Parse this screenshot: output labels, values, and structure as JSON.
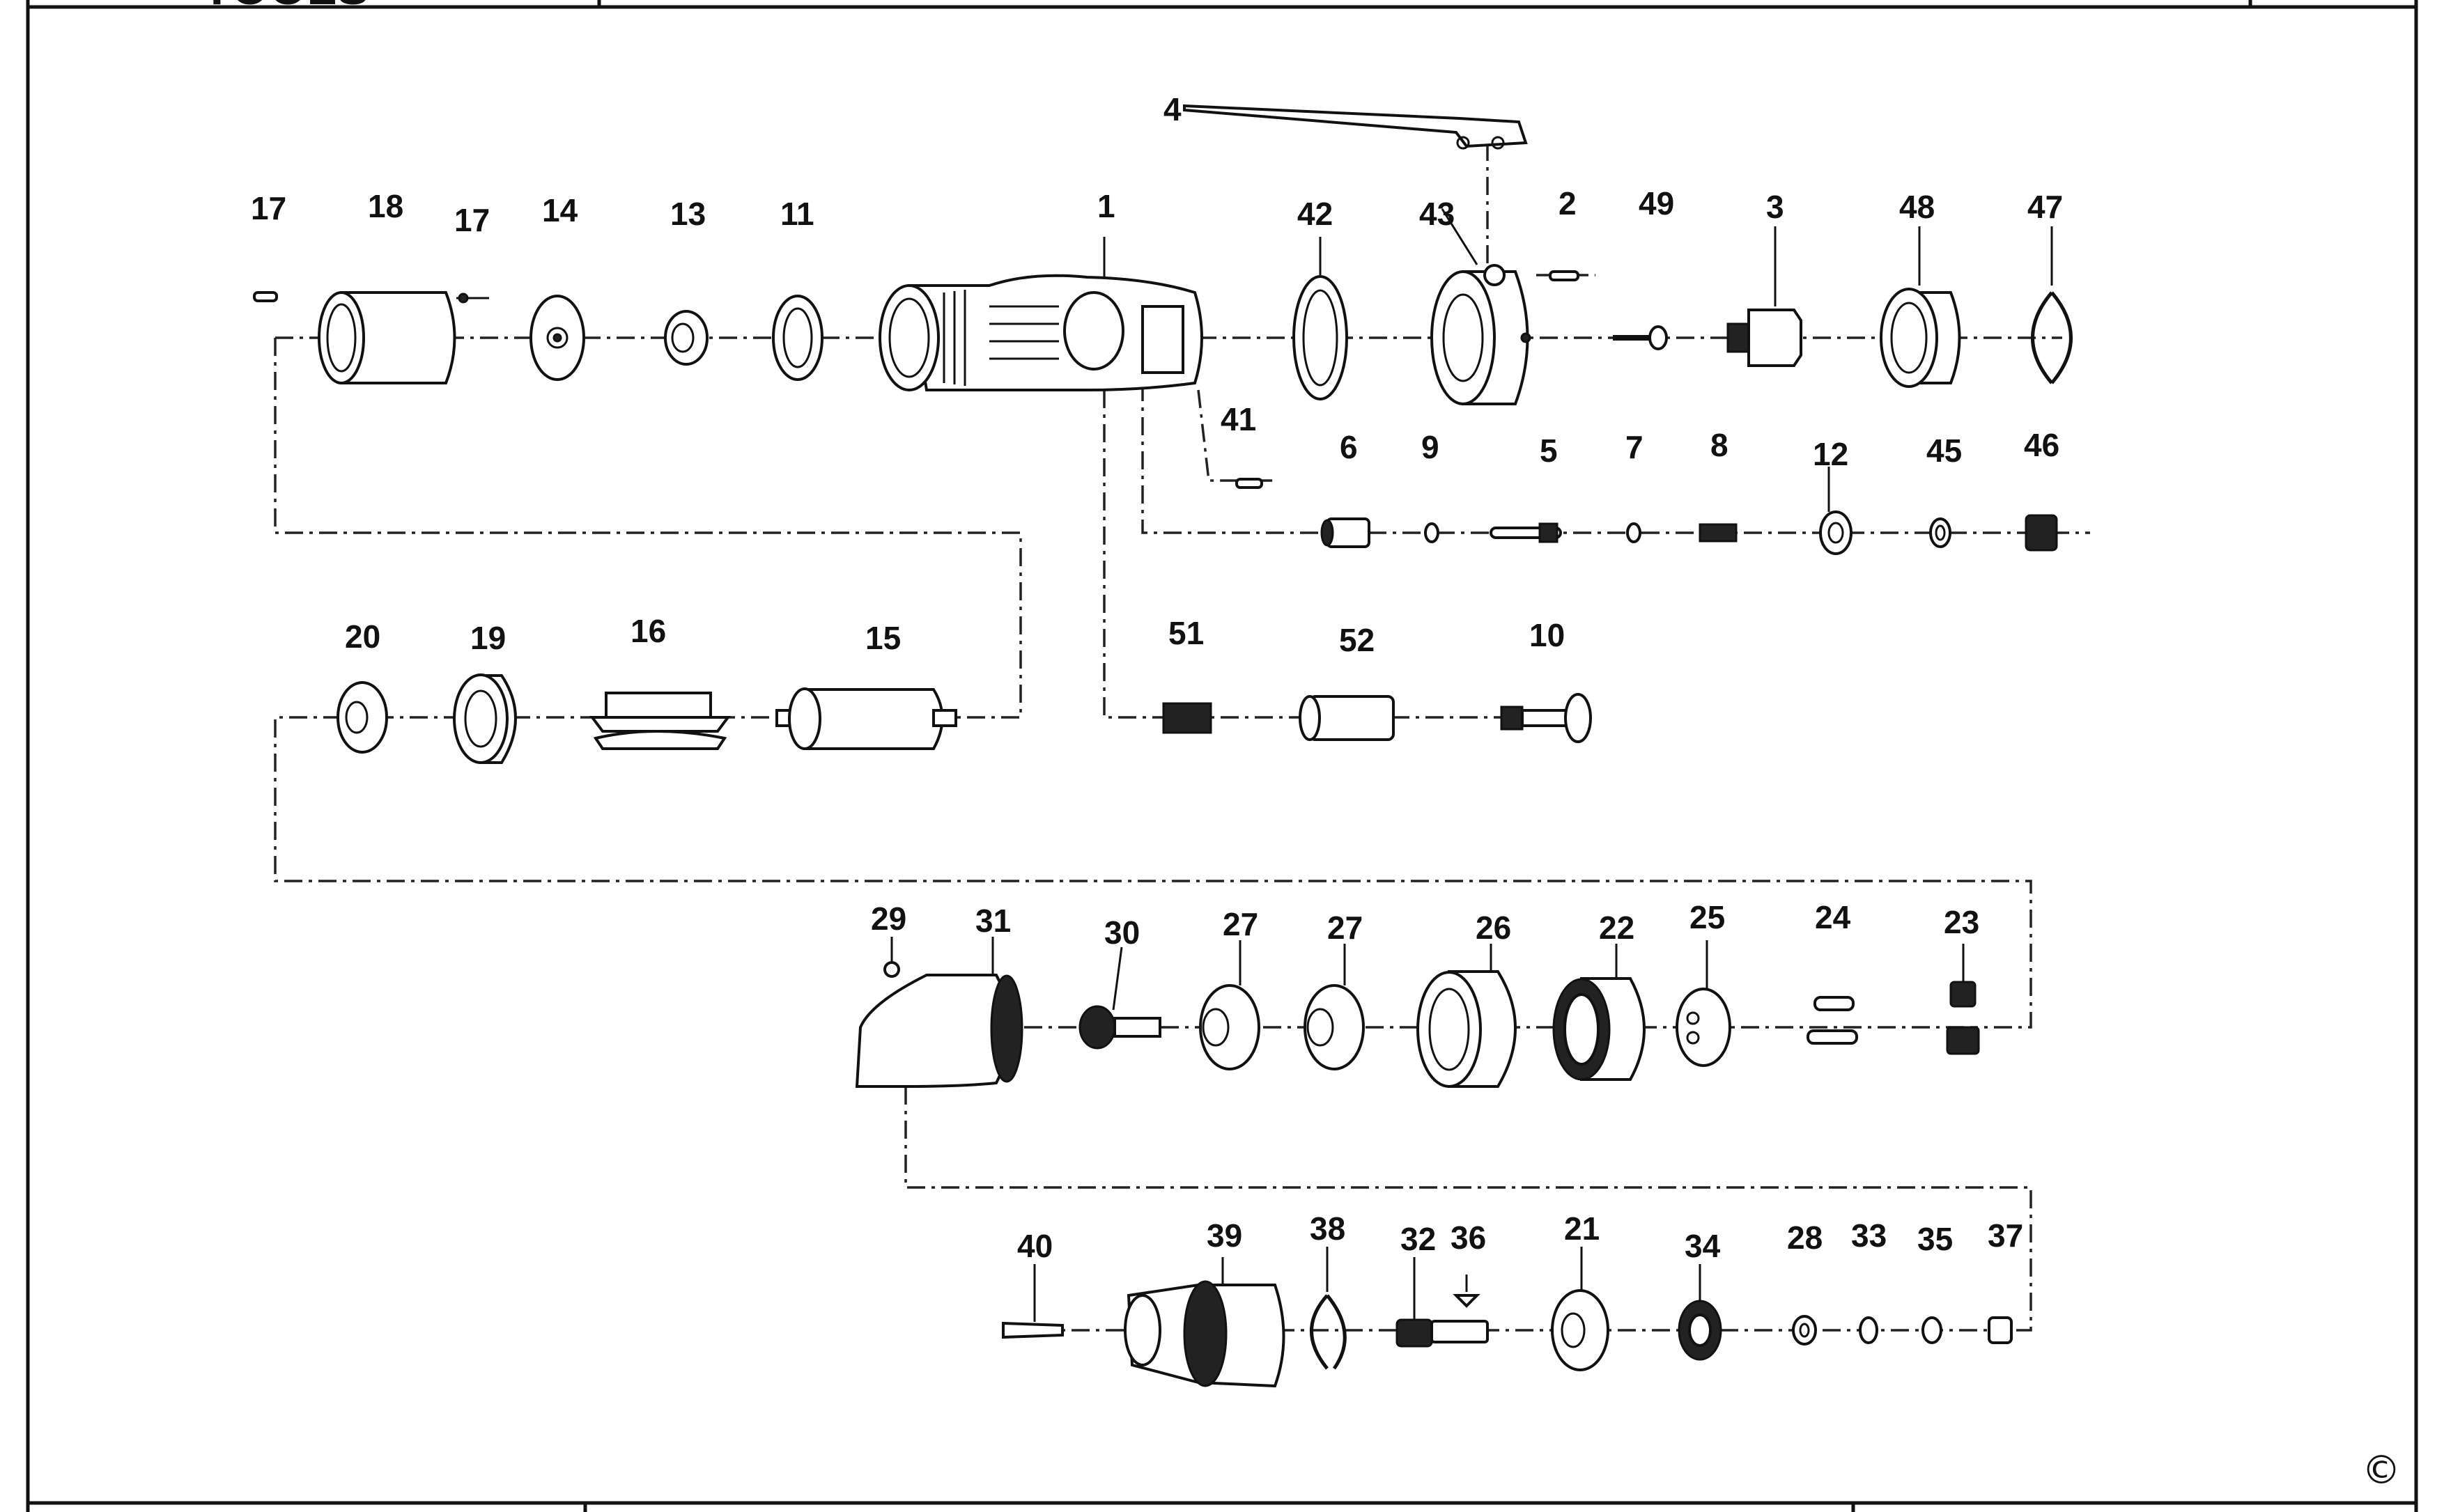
{
  "header": {
    "logo_text": "TOOLS"
  },
  "diagram": {
    "part_labels": [
      "1",
      "2",
      "3",
      "4",
      "5",
      "6",
      "7",
      "8",
      "9",
      "10",
      "11",
      "12",
      "13",
      "14",
      "15",
      "16",
      "17",
      "17",
      "18",
      "19",
      "20",
      "21",
      "22",
      "23",
      "24",
      "25",
      "26",
      "27",
      "27",
      "28",
      "29",
      "30",
      "31",
      "32",
      "33",
      "34",
      "35",
      "36",
      "37",
      "38",
      "39",
      "40",
      "41",
      "42",
      "43",
      "45",
      "46",
      "47",
      "48",
      "49",
      "51",
      "52"
    ]
  },
  "footer": {
    "copyright_symbol": "©"
  }
}
